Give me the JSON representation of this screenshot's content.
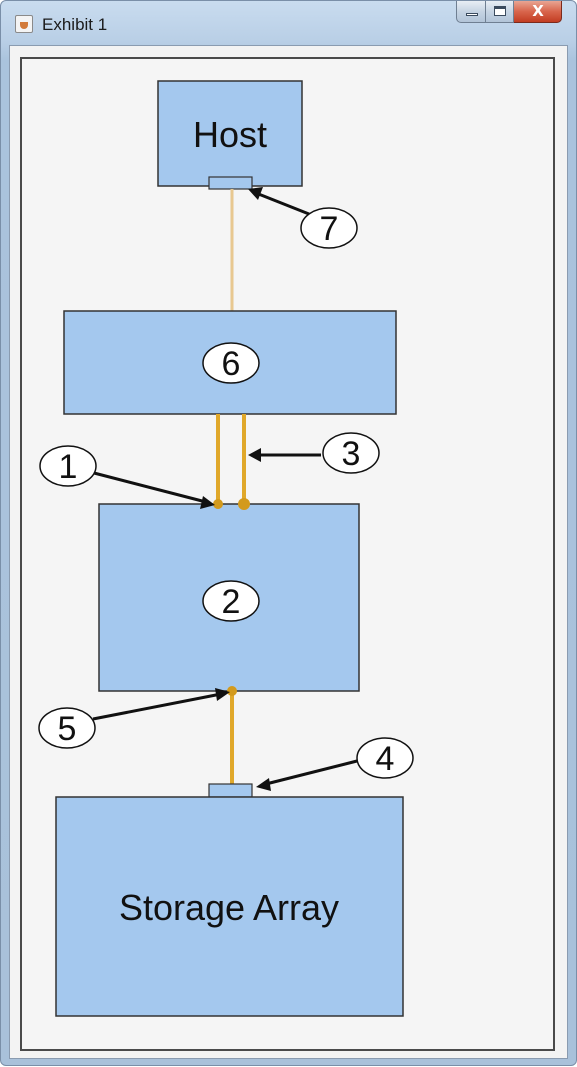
{
  "window": {
    "title": "Exhibit 1",
    "close_glyph": "X"
  },
  "diagram": {
    "blocks": {
      "host": "Host",
      "switch": "6",
      "middle": "2",
      "storage": "Storage Array"
    },
    "callouts": {
      "c1": "1",
      "c3": "3",
      "c4": "4",
      "c5": "5",
      "c7": "7"
    }
  },
  "colors": {
    "block_fill": "#a4c8ee",
    "cable": "#e0a82a",
    "connector": "#d39a1c",
    "host_cable": "#e8c890"
  }
}
